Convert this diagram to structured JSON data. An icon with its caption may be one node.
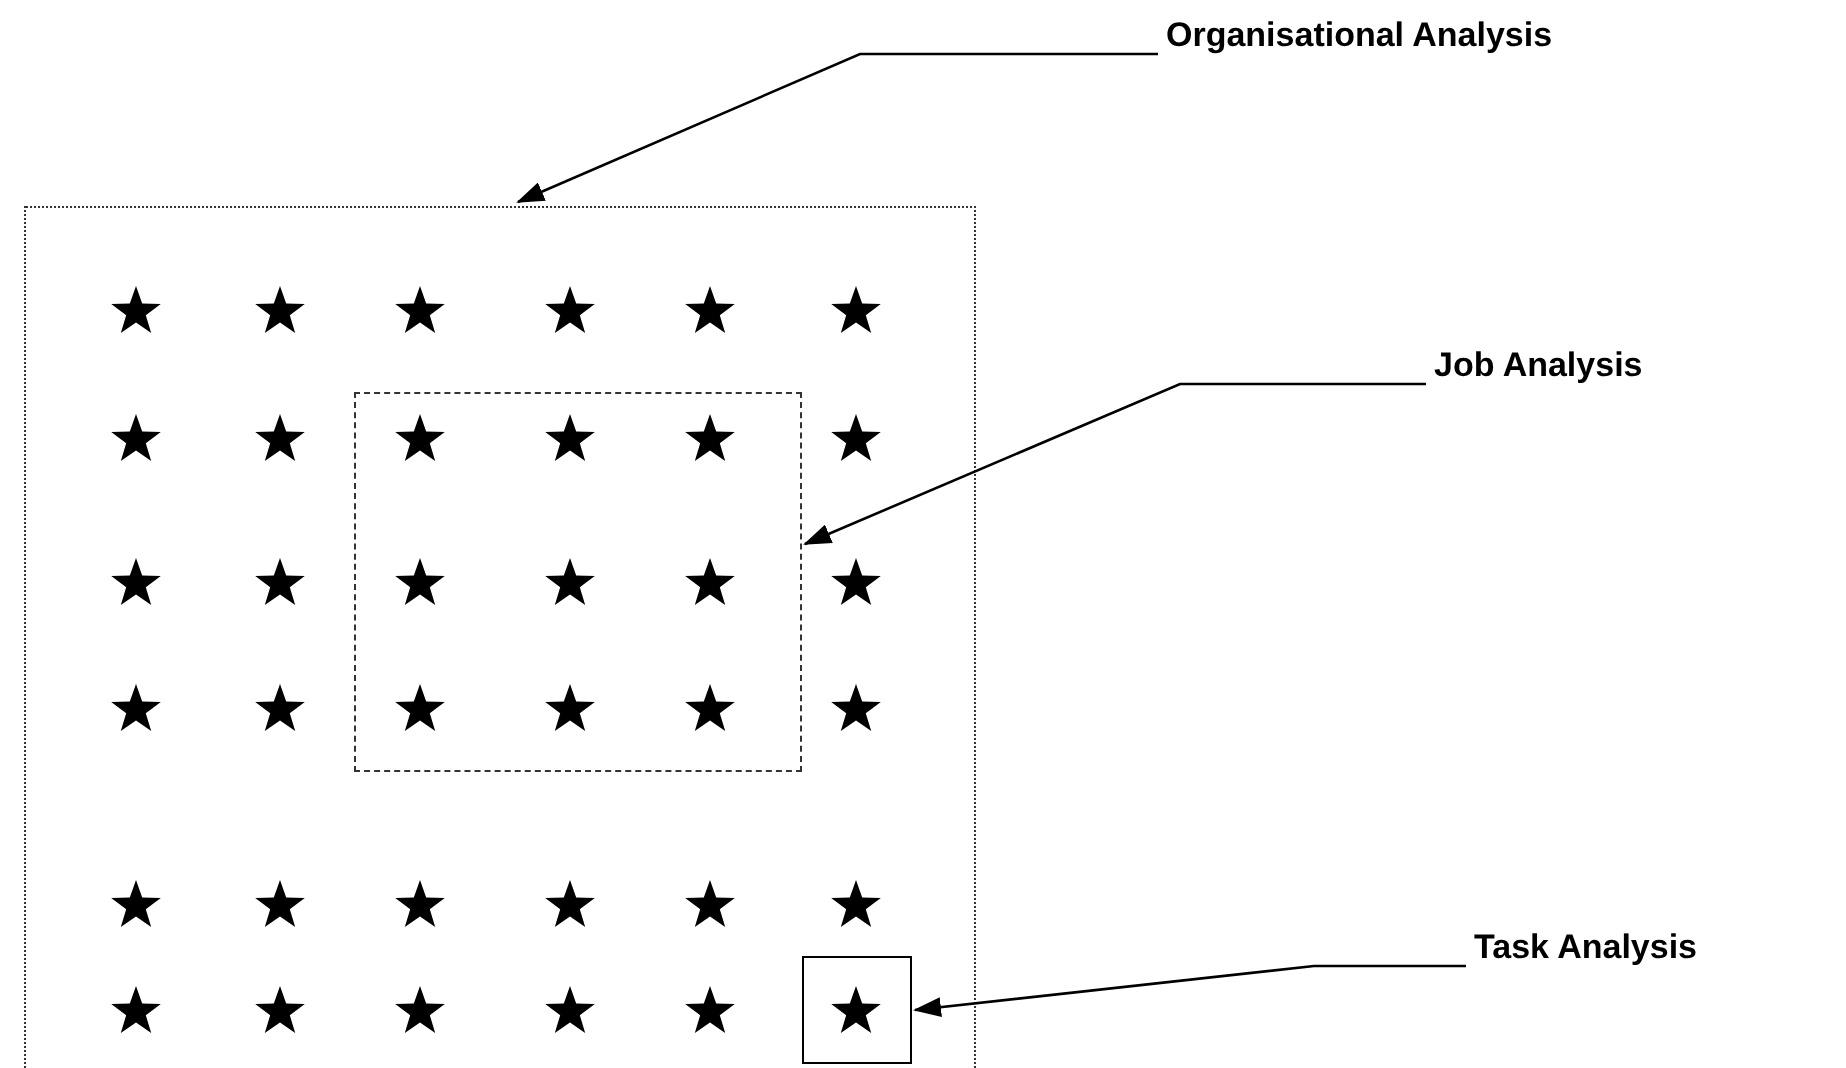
{
  "diagram": {
    "nodes": [
      {
        "text": [
          "Organisational Analysis"
        ]
      },
      {
        "text": [],
        "shape": "box"
      },
      {
        "text": [
          "Job Analysis"
        ]
      },
      {
        "text": [],
        "shape": "box",
        "in": 1
      },
      {
        "text": [
          "Task Analysis"
        ]
      },
      {
        "text": [],
        "shape": "box",
        "in": 1
      }
    ],
    "edges": [
      {
        "from": 0,
        "to": 1,
        "arrow": "to"
      },
      {
        "from": 2,
        "to": 3,
        "arrow": "to"
      },
      {
        "from": 4,
        "to": 5,
        "arrow": "to"
      }
    ]
  }
}
